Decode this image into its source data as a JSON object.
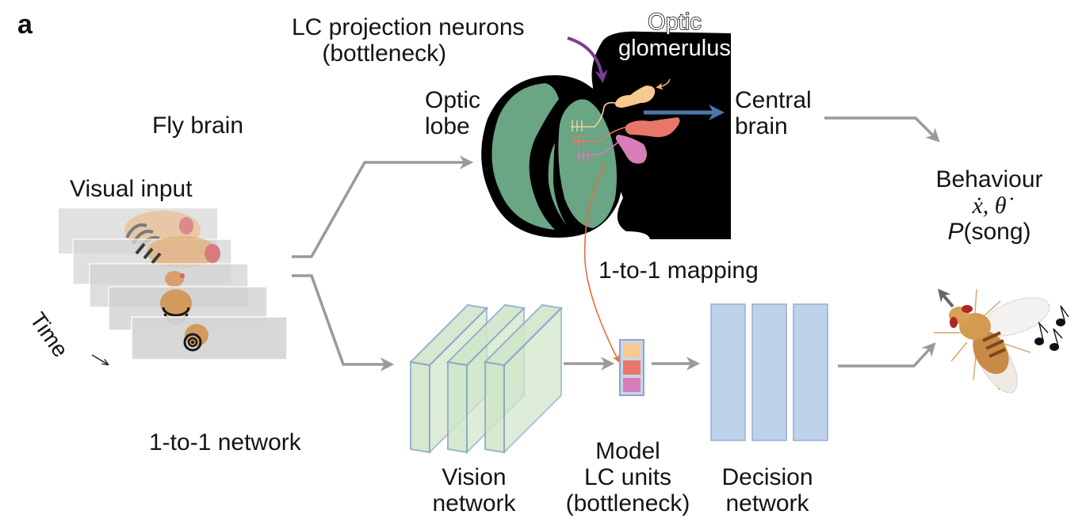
{
  "panel_letter": "a",
  "labels": {
    "fly_brain": "Fly brain",
    "visual_input": "Visual input",
    "time": "Time",
    "lc_projection_line1": "LC projection neurons",
    "lc_projection_line2": "(bottleneck)",
    "optic_lobe_line1": "Optic",
    "optic_lobe_line2": "lobe",
    "optic_glomerulus_line1": "Optic",
    "optic_glomerulus_line2": "glomerulus",
    "central_brain_line1": "Central",
    "central_brain_line2": "brain",
    "behaviour": "Behaviour",
    "behaviour_vars": "ẋ, θ̇",
    "p_song_italic": "P",
    "p_song_rest": "(song)",
    "mapping": "1-to-1 mapping",
    "network": "1-to-1 network",
    "vision_line1": "Vision",
    "vision_line2": "network",
    "model_line1": "Model",
    "model_line2": "LC units",
    "model_line3": "(bottleneck)",
    "decision_line1": "Decision",
    "decision_line2": "network"
  },
  "colors": {
    "arrow_gray": "#9a9a9a",
    "brain_black": "#000000",
    "optic_lobe_green": "#6aa584",
    "glomerulus_yellow": "#f7c98f",
    "glomerulus_red": "#e8776a",
    "glomerulus_pink": "#d77db8",
    "central_arrow_blue": "#4a78a8",
    "lc_arrow_purple": "#7b3c96",
    "mapping_line_orange": "#e0703e",
    "vision_fill": "#cfe6c8",
    "vision_stroke": "#8aa6c8",
    "decision_fill": "#bed3ea",
    "decision_stroke": "#92aed4",
    "frame_gray": "#dcdcdc"
  },
  "lc_units": [
    "yellow",
    "red",
    "pink"
  ]
}
